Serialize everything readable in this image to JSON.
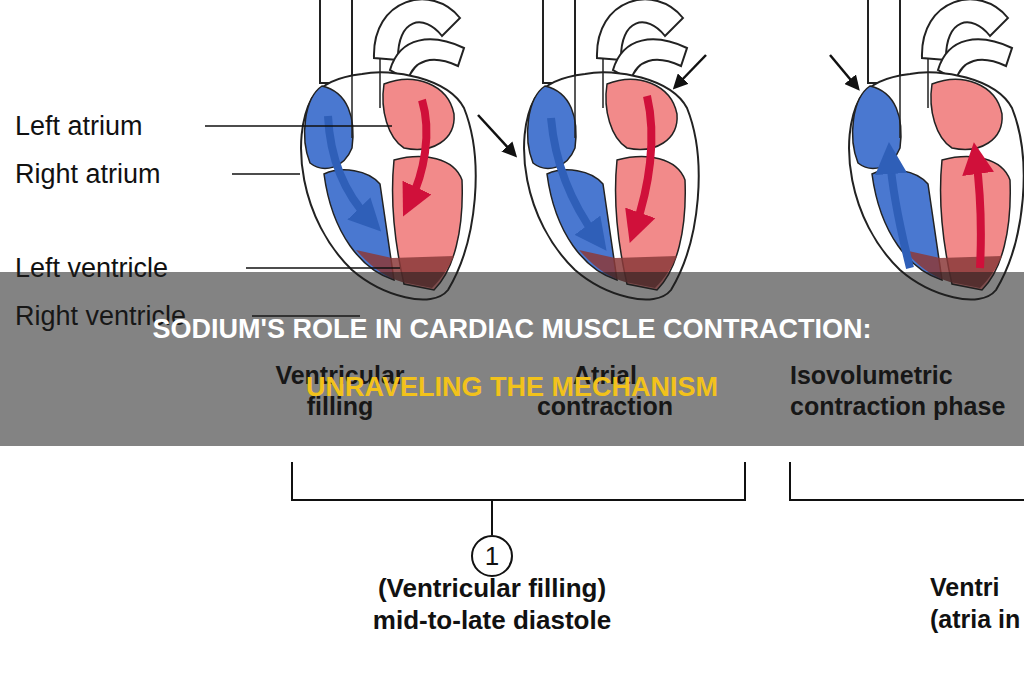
{
  "diagram": {
    "title": "SODIUM'S ROLE IN CARDIAC MUSCLE CONTRACTION: UNRAVELING THE MECHANISM",
    "nodes": [
      {
        "text": [
          "1"
        ]
      }
    ],
    "labels": [
      "Left atrium",
      "Right atrium",
      "Left ventricle",
      "Right ventricle",
      "Ventricular filling",
      "Atrial contraction",
      "Isovolumetric contraction phase",
      "(Ventricular filling)",
      "mid-to-late diastole",
      "Ventri",
      "(atria in"
    ]
  }
}
